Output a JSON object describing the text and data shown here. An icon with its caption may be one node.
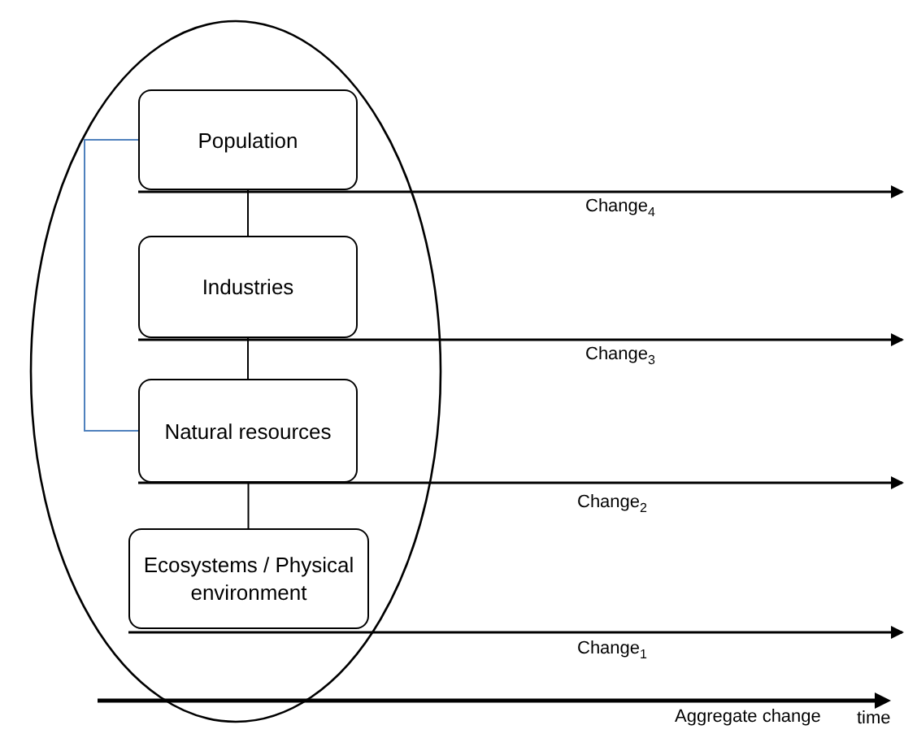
{
  "diagram": {
    "nodes": [
      {
        "text": [],
        "shape": "circle"
      },
      {
        "text": [
          "Population"
        ],
        "in": 0
      },
      {
        "text": [
          "Industries"
        ],
        "in": 0
      },
      {
        "text": [
          "Natural resources"
        ],
        "in": 0
      },
      {
        "text": [
          "Ecosystems / Physical environment"
        ],
        "in": 0
      }
    ],
    "edges": [
      {
        "from": 1,
        "to": 2,
        "arrow": "none"
      },
      {
        "from": 2,
        "to": 3,
        "arrow": "none"
      },
      {
        "from": 3,
        "to": 4,
        "arrow": "none"
      },
      {
        "from": 1,
        "to": 3,
        "arrow": "none",
        "color": "#4f81bd"
      },
      {
        "from": 1,
        "to": null,
        "arrow": "to",
        "label": "Change$_{4}$"
      },
      {
        "from": 2,
        "to": null,
        "arrow": "to",
        "label": "Change$_{3}$"
      },
      {
        "from": 3,
        "to": null,
        "arrow": "to",
        "label": "Change$_{2}$"
      },
      {
        "from": 4,
        "to": null,
        "arrow": "to",
        "label": "Change$_{1}$"
      }
    ],
    "labels": [
      "Aggregate change",
      "time"
    ]
  }
}
